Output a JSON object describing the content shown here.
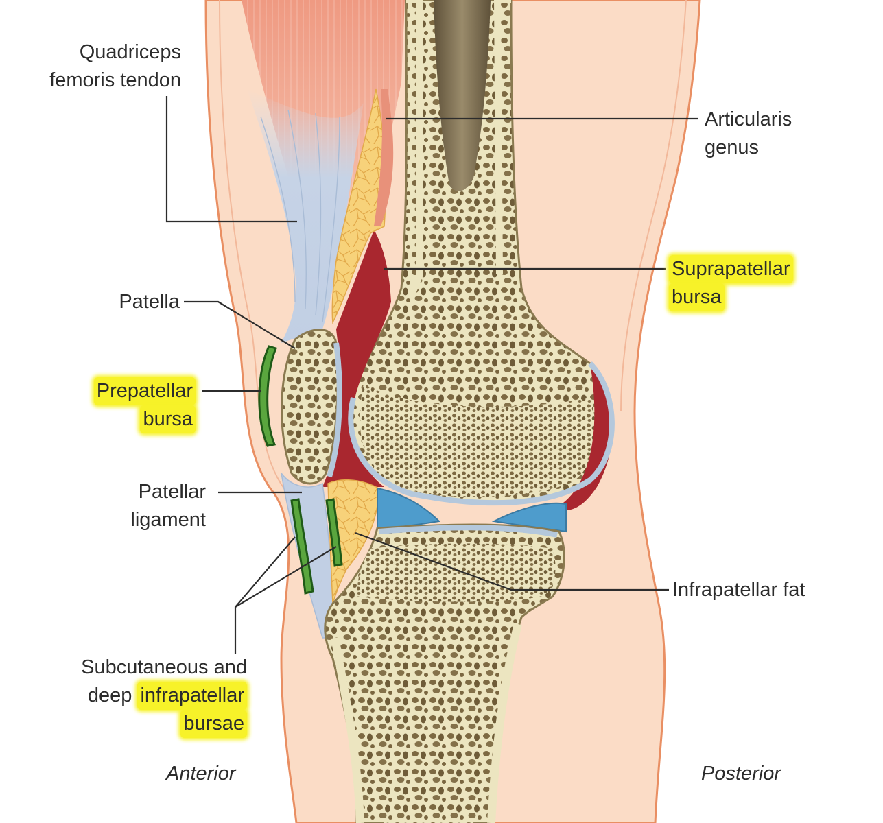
{
  "diagram": {
    "labels": {
      "quadriceps": [
        "Quadriceps",
        "femoris tendon"
      ],
      "articularis": [
        "Articularis",
        "genus"
      ],
      "suprapatellar": [
        "Suprapatellar",
        "bursa"
      ],
      "patella": "Patella",
      "prepatellar": [
        "Prepatellar",
        "bursa"
      ],
      "patellar_ligament": [
        "Patellar",
        "ligament"
      ],
      "infrapatellar_fat": "Infrapatellar fat",
      "infrapatellar_bursae": {
        "line1": "Subcutaneous and",
        "line2_plain": "deep ",
        "line2_highlight": "infrapatellar",
        "line3": "bursae"
      },
      "anterior": "Anterior",
      "posterior": "Posterior"
    },
    "highlighted": [
      "Suprapatellar bursa",
      "Prepatellar bursa",
      "infrapatellar bursae"
    ],
    "colors": {
      "highlight": "#f7f229",
      "skin": "#fbdcc6",
      "skin_edge": "#e98f63",
      "bone": "#ece5c0",
      "bone_outline": "#8a7a50",
      "spongy_bone": "#7a6640",
      "marrow_cavity": "#7c6d4f",
      "muscle": "#e8917a",
      "tendon": "#c3d2e6",
      "fat": "#f5cd72",
      "synovial": "#a9272f",
      "cartilage": "#b4c8dc",
      "meniscus": "#4e9ccc",
      "bursa": "#3a8a2c",
      "leader_line": "#2c2c2c"
    }
  }
}
